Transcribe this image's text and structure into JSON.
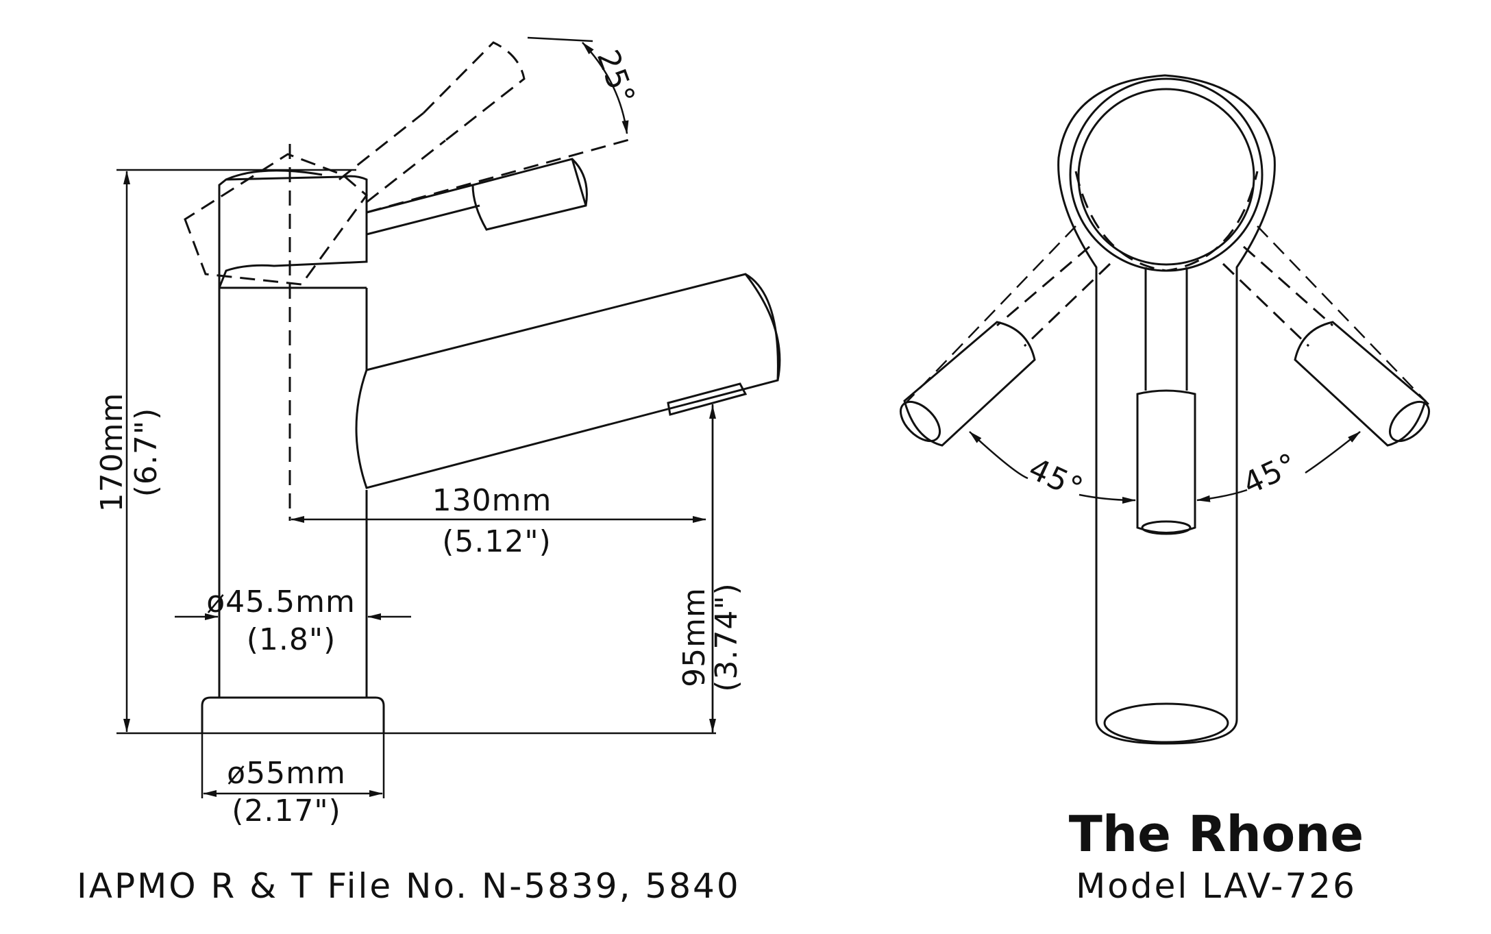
{
  "product": {
    "title": "The Rhone",
    "model": "Model LAV-726"
  },
  "footer": {
    "certification": "IAPMO R & T File No. N-5839, 5840"
  },
  "dimensions": {
    "height_mm": "170mm",
    "height_in": "(6.7\")",
    "reach_mm": "130mm",
    "reach_in": "(5.12\")",
    "body_diameter_mm": "ø45.5mm",
    "body_diameter_in": "(1.8\")",
    "base_diameter_mm": "ø55mm",
    "base_diameter_in": "(2.17\")",
    "spout_height_mm": "95mm",
    "spout_height_in": "(3.74\")",
    "lever_tilt": "25°",
    "rotation_left": "45°",
    "rotation_right": "45°"
  }
}
